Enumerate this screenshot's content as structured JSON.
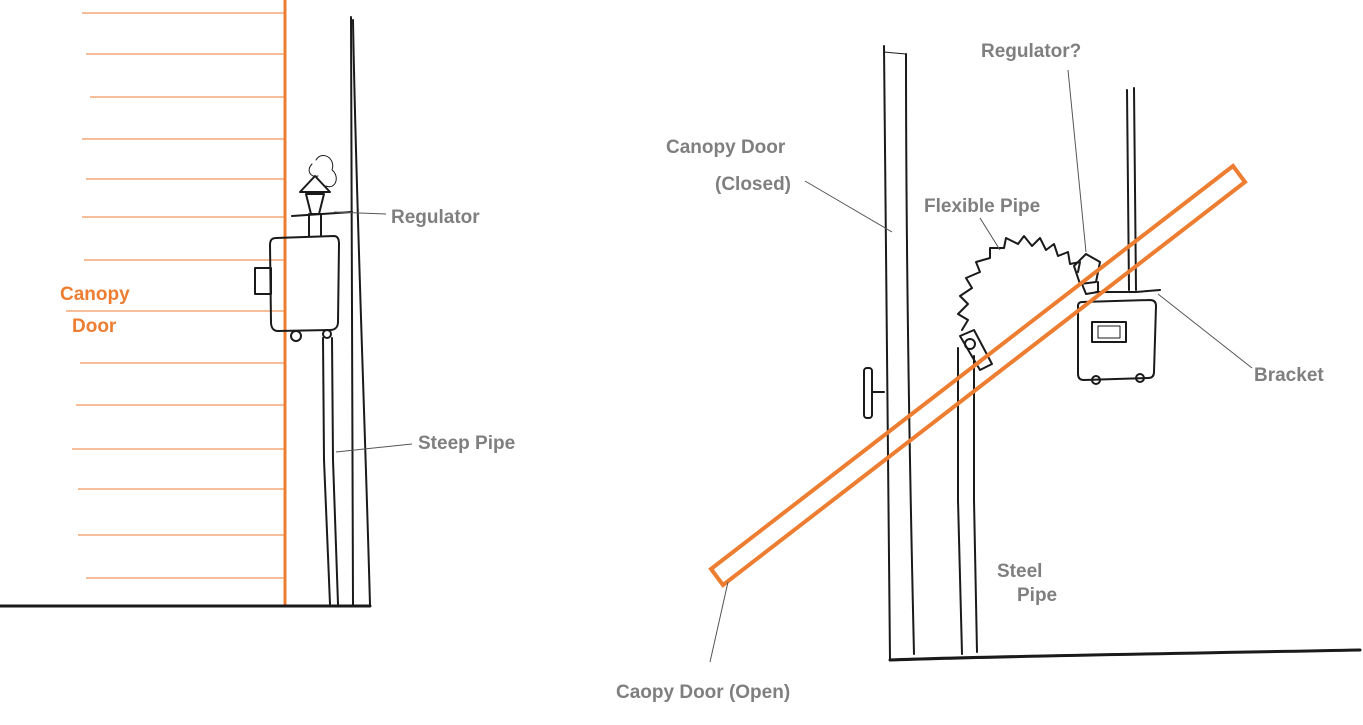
{
  "left_view": {
    "labels": {
      "regulator": "Regulator",
      "canopy_door_line1": "Canopy",
      "canopy_door_line2": "Door",
      "steep_pipe": "Steep Pipe"
    }
  },
  "right_view": {
    "labels": {
      "canopy_door_closed_line1": "Canopy Door",
      "canopy_door_closed_line2": "(Closed)",
      "regulator_question": "Regulator?",
      "flexible_pipe": "Flexible Pipe",
      "bracket": "Bracket",
      "steel_pipe_line1": "Steel",
      "steel_pipe_line2": "Pipe",
      "canopy_door_open": "Caopy Door (Open)"
    }
  },
  "colors": {
    "label_gray": "#7f7f7f",
    "accent_orange": "#ed7d31",
    "ink": "#1a1a1a"
  }
}
